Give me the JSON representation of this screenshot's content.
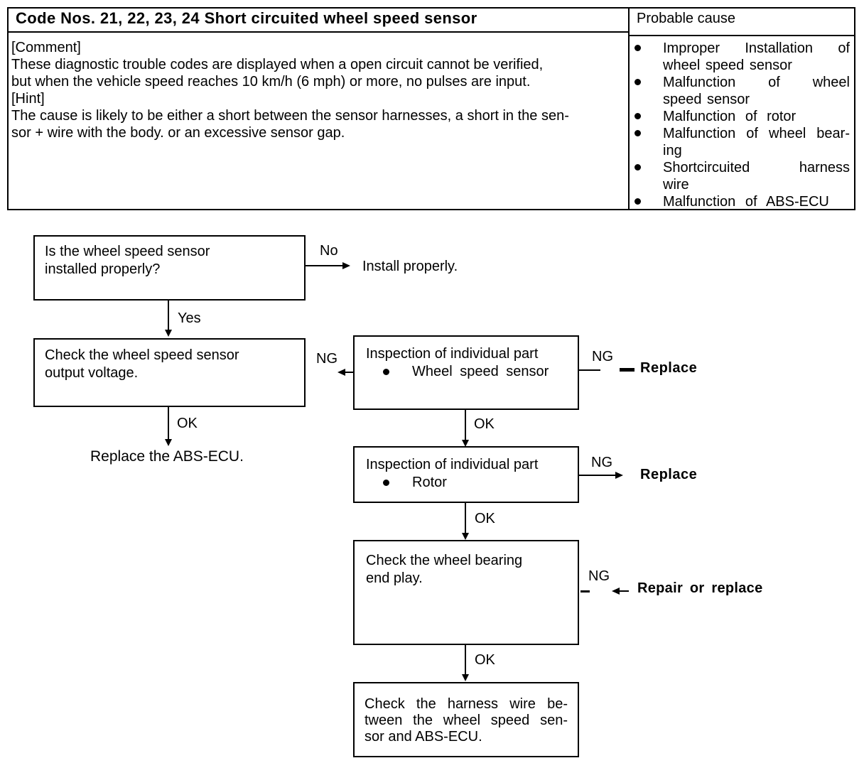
{
  "table": {
    "title": "Code Nos. 21, 22, 23, 24 Short circuited wheel speed sensor",
    "right_header": "Probable cause",
    "left_lines": [
      "[Comment]",
      "These diagnostic trouble codes are displayed when a open circuit cannot be verified,",
      "but when the vehicle speed reaches 10 km/h (6 mph) or more, no pulses are input.",
      "[Hint]",
      "The cause is likely to be either a short between the sensor harnesses, a short in the sen-",
      "sor + wire with the body. or an excessive sensor gap."
    ],
    "causes": [
      {
        "lines": [
          "Improper Installation of",
          "wheel speed sensor"
        ]
      },
      {
        "lines": [
          "Malfunction of wheel",
          "speed sensor"
        ]
      },
      {
        "lines": [
          "Malfunction of rotor"
        ]
      },
      {
        "lines": [
          "Malfunction of wheel bear-",
          "ing"
        ]
      },
      {
        "lines": [
          "Shortcircuited harness",
          "wire"
        ]
      },
      {
        "lines": [
          "Malfunction of ABS-ECU"
        ]
      }
    ]
  },
  "flowchart": {
    "label_no": "No",
    "label_yes": "Yes",
    "label_ok": "OK",
    "label_ng": "NG",
    "box_install": {
      "lines": [
        "Is the wheel speed sensor",
        "installed properly?"
      ]
    },
    "result_install": "Install properly.",
    "box_voltage": {
      "lines": [
        "Check the wheel speed sensor",
        "output voltage."
      ]
    },
    "result_abs_ecu": "Replace the ABS-ECU.",
    "box_inspect_sensor": {
      "title": "Inspection of individual part",
      "bullet_item": "Wheel speed sensor"
    },
    "box_inspect_rotor": {
      "title": "Inspection of individual part",
      "bullet_item": "Rotor"
    },
    "result_replace": "Replace",
    "box_bearing": {
      "lines": [
        "Check the wheel bearing",
        "end play."
      ]
    },
    "result_repair": "Repair or replace",
    "box_harness": {
      "lines": [
        "Check the harness wire be-",
        "tween the wheel speed sen-",
        "sor and ABS-ECU."
      ]
    }
  }
}
